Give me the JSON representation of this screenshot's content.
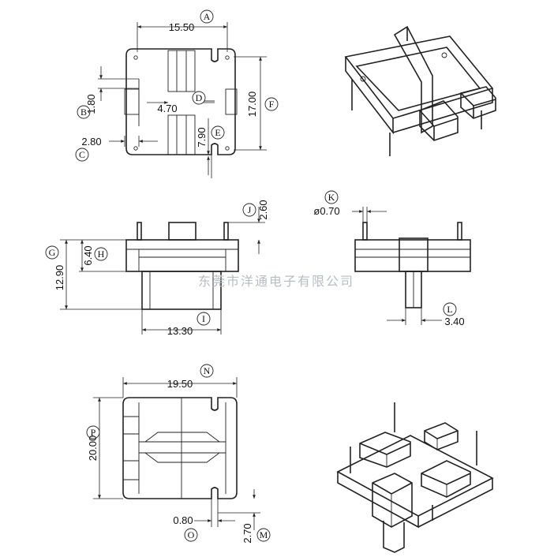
{
  "dimensions": [
    {
      "id": "A",
      "value": "15.50"
    },
    {
      "id": "B",
      "value": "1.80"
    },
    {
      "id": "C",
      "value": "2.80"
    },
    {
      "id": "D",
      "value": "4.70"
    },
    {
      "id": "E",
      "value": "7.90"
    },
    {
      "id": "F",
      "value": "17.00"
    },
    {
      "id": "G",
      "value": "12.90"
    },
    {
      "id": "H",
      "value": "6.40"
    },
    {
      "id": "I",
      "value": "13.30"
    },
    {
      "id": "J",
      "value": "2.60"
    },
    {
      "id": "K",
      "value": "ø0.70"
    },
    {
      "id": "L",
      "value": "3.40"
    },
    {
      "id": "N",
      "value": "19.50"
    },
    {
      "id": "P",
      "value": "20.00"
    },
    {
      "id": "O",
      "value": "0.80"
    },
    {
      "id": "M",
      "value": "2.70"
    }
  ],
  "watermark": "东莞市洋通电子有限公司"
}
